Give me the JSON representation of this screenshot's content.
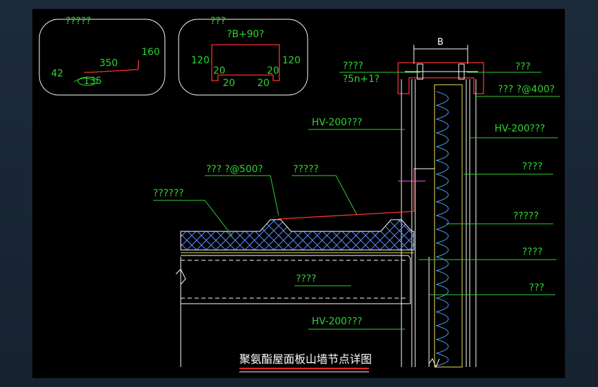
{
  "detail1": {
    "title": "?????",
    "dims": [
      "350",
      "160",
      "42",
      "135"
    ]
  },
  "detail2": {
    "title": "???",
    "top": "?B+90?",
    "dims": [
      "120",
      "120",
      "20",
      "20",
      "20",
      "20"
    ]
  },
  "labels": {
    "top_left": "????",
    "top_left_sub": "?5n+1?",
    "dim_b": "B",
    "top_right": "???",
    "top_right2": "??? ?@400?",
    "hv_upper_left": "HV-200???",
    "hv_upper_right": "HV-200???",
    "screw": "??? ?@500?",
    "flashing": "?????",
    "roof_panel": "??????",
    "right_1": "????",
    "right_2": "?????",
    "right_3": "????",
    "right_4": "???",
    "purlin": "????",
    "hv_lower": "HV-200???"
  },
  "title": "聚氨酯屋面板山墙节点详图"
}
